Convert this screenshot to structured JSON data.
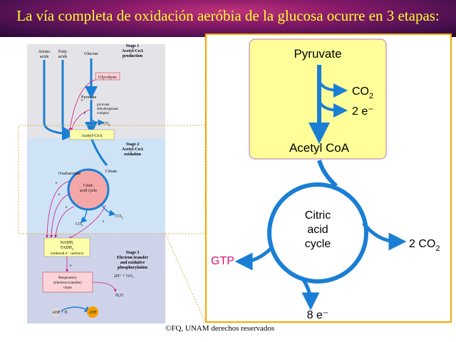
{
  "slide": {
    "title": "La vía completa de oxidación aeróbia de la glucosa ocurre en 3 etapas:",
    "copyright": "©FQ, UNAM derechos reservados"
  },
  "diagram": {
    "inputs": {
      "amino": "Amino",
      "acids1": "acids",
      "fatty": "Fatty",
      "acids2": "acids",
      "glucose": "Glucose"
    },
    "stage1": {
      "line1": "Stage 1",
      "line2": "Acetyl-CoA",
      "line3": "production"
    },
    "glycolysis": "Glycolysis",
    "pyruvate": "Pyruvate",
    "pdh": {
      "l1": "pyruvate",
      "l2": "dehydrogenase",
      "l3": "complex"
    },
    "co2": "CO",
    "co2_sub": "2",
    "acetyl_coa": "Acetyl-CoA",
    "stage2": {
      "line1": "Stage 2",
      "line2": "Acetyl-CoA",
      "line3": "oxidation"
    },
    "oxaloacetate": "Oxaloacetate",
    "citrate": "Citrate",
    "citric": {
      "l1": "Citric",
      "l2": "acid cycle"
    },
    "electron": "e",
    "nadh": {
      "l1": "NADH,",
      "l2": "FADH",
      "l2sub": "2",
      "l3": "(reduced e⁻ carriers)"
    },
    "stage3": {
      "line1": "Stage 3",
      "line2": "Electron transfer",
      "line3": "and oxidative",
      "line4": "phosphorylation"
    },
    "resp": {
      "l1": "Respiratory",
      "l2": "(electron transfer)",
      "l3": "chain"
    },
    "oxygen": "2H⁺ + ½O₂",
    "water": "H₂O",
    "adp": "ADP + Pᵢ",
    "atp": "ATP"
  },
  "zoom": {
    "pyruvate": "Pyruvate",
    "co2": "CO",
    "co2_sub": "2",
    "two_e": "2 e⁻",
    "acetyl_coa": "Acetyl CoA",
    "cycle_l1": "Citric",
    "cycle_l2": "acid",
    "cycle_l3": "cycle",
    "two_co2": "2 CO",
    "two_co2_sub": "2",
    "gtp": "GTP",
    "eight_e": "8 e⁻"
  },
  "colors": {
    "title_text": "#ffff33",
    "arrow_blue": "#1a7fd4",
    "magenta": "#d4127a",
    "highlight_yellow": "#ffff99",
    "box_border": "#f4a900"
  }
}
